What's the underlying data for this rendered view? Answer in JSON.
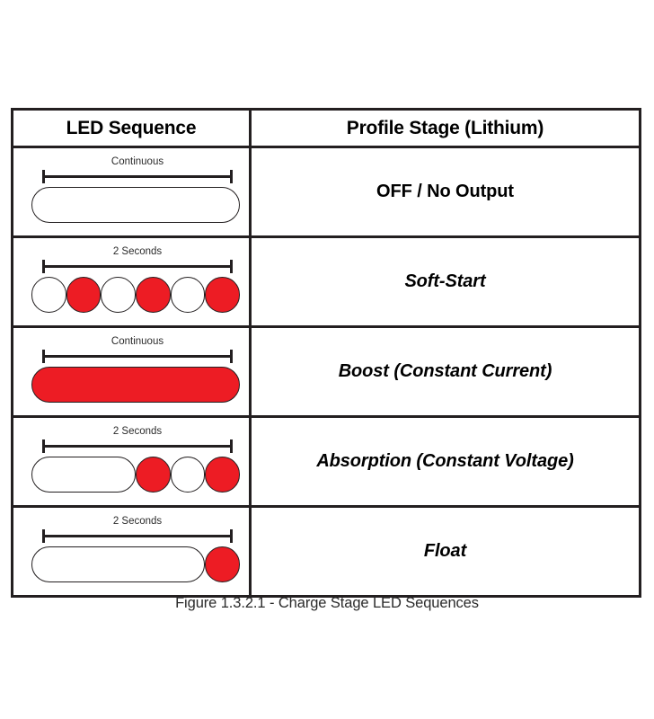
{
  "figure": {
    "caption": "Figure 1.3.2.1 - Charge Stage LED Sequences",
    "colors": {
      "led_on": "#ED1C24",
      "led_off": "#FFFFFF",
      "outline": "#231F20"
    }
  },
  "table": {
    "headers": {
      "col_left": "LED Sequence",
      "col_right": "Profile Stage (Lithium)"
    },
    "rows": [
      {
        "stage": "OFF / No Output",
        "stage_style": "bold",
        "duration_label": "Continuous",
        "pattern_units": 6,
        "segments": [
          {
            "start": 0,
            "span": 6,
            "state": "off"
          }
        ]
      },
      {
        "stage": "Soft-Start",
        "stage_style": "bold-italic",
        "duration_label": "2 Seconds",
        "pattern_units": 6,
        "segments": [
          {
            "start": 0,
            "span": 1,
            "state": "off"
          },
          {
            "start": 1,
            "span": 1,
            "state": "on"
          },
          {
            "start": 2,
            "span": 1,
            "state": "off"
          },
          {
            "start": 3,
            "span": 1,
            "state": "on"
          },
          {
            "start": 4,
            "span": 1,
            "state": "off"
          },
          {
            "start": 5,
            "span": 1,
            "state": "on"
          }
        ]
      },
      {
        "stage": "Boost (Constant Current)",
        "stage_style": "bold-italic",
        "duration_label": "Continuous",
        "pattern_units": 6,
        "segments": [
          {
            "start": 0,
            "span": 6,
            "state": "on"
          }
        ]
      },
      {
        "stage": "Absorption (Constant Voltage)",
        "stage_style": "bold-italic",
        "duration_label": "2 Seconds",
        "pattern_units": 6,
        "segments": [
          {
            "start": 0,
            "span": 3,
            "state": "off"
          },
          {
            "start": 3,
            "span": 1,
            "state": "on"
          },
          {
            "start": 4,
            "span": 1,
            "state": "off"
          },
          {
            "start": 5,
            "span": 1,
            "state": "on"
          }
        ]
      },
      {
        "stage": "Float",
        "stage_style": "bold-italic",
        "duration_label": "2 Seconds",
        "pattern_units": 6,
        "segments": [
          {
            "start": 0,
            "span": 5,
            "state": "off"
          },
          {
            "start": 5,
            "span": 1,
            "state": "on"
          }
        ]
      }
    ]
  }
}
